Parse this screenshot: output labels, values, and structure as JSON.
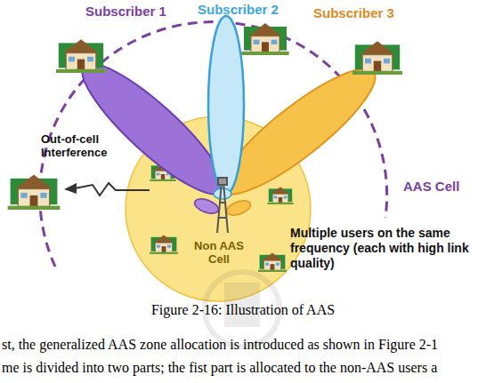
{
  "diagram": {
    "caption": "Figure 2-16: Illustration of AAS",
    "nodes": [
      {
        "text": [
          "AAS Cell"
        ]
      },
      {
        "text": [
          "Non AAS Cell"
        ],
        "in": 0
      }
    ],
    "labels": [
      "Subscriber 1",
      "Subscriber 2",
      "Subscriber 3",
      "Out-of-cell Interference",
      "Multiple users on the same frequency (each with high link quality)",
      "st, the generalized AAS zone allocation is introduced as shown in Figure 2-1",
      "me is divided into two parts; the fist part is allocated to the non-AAS users a"
    ]
  }
}
